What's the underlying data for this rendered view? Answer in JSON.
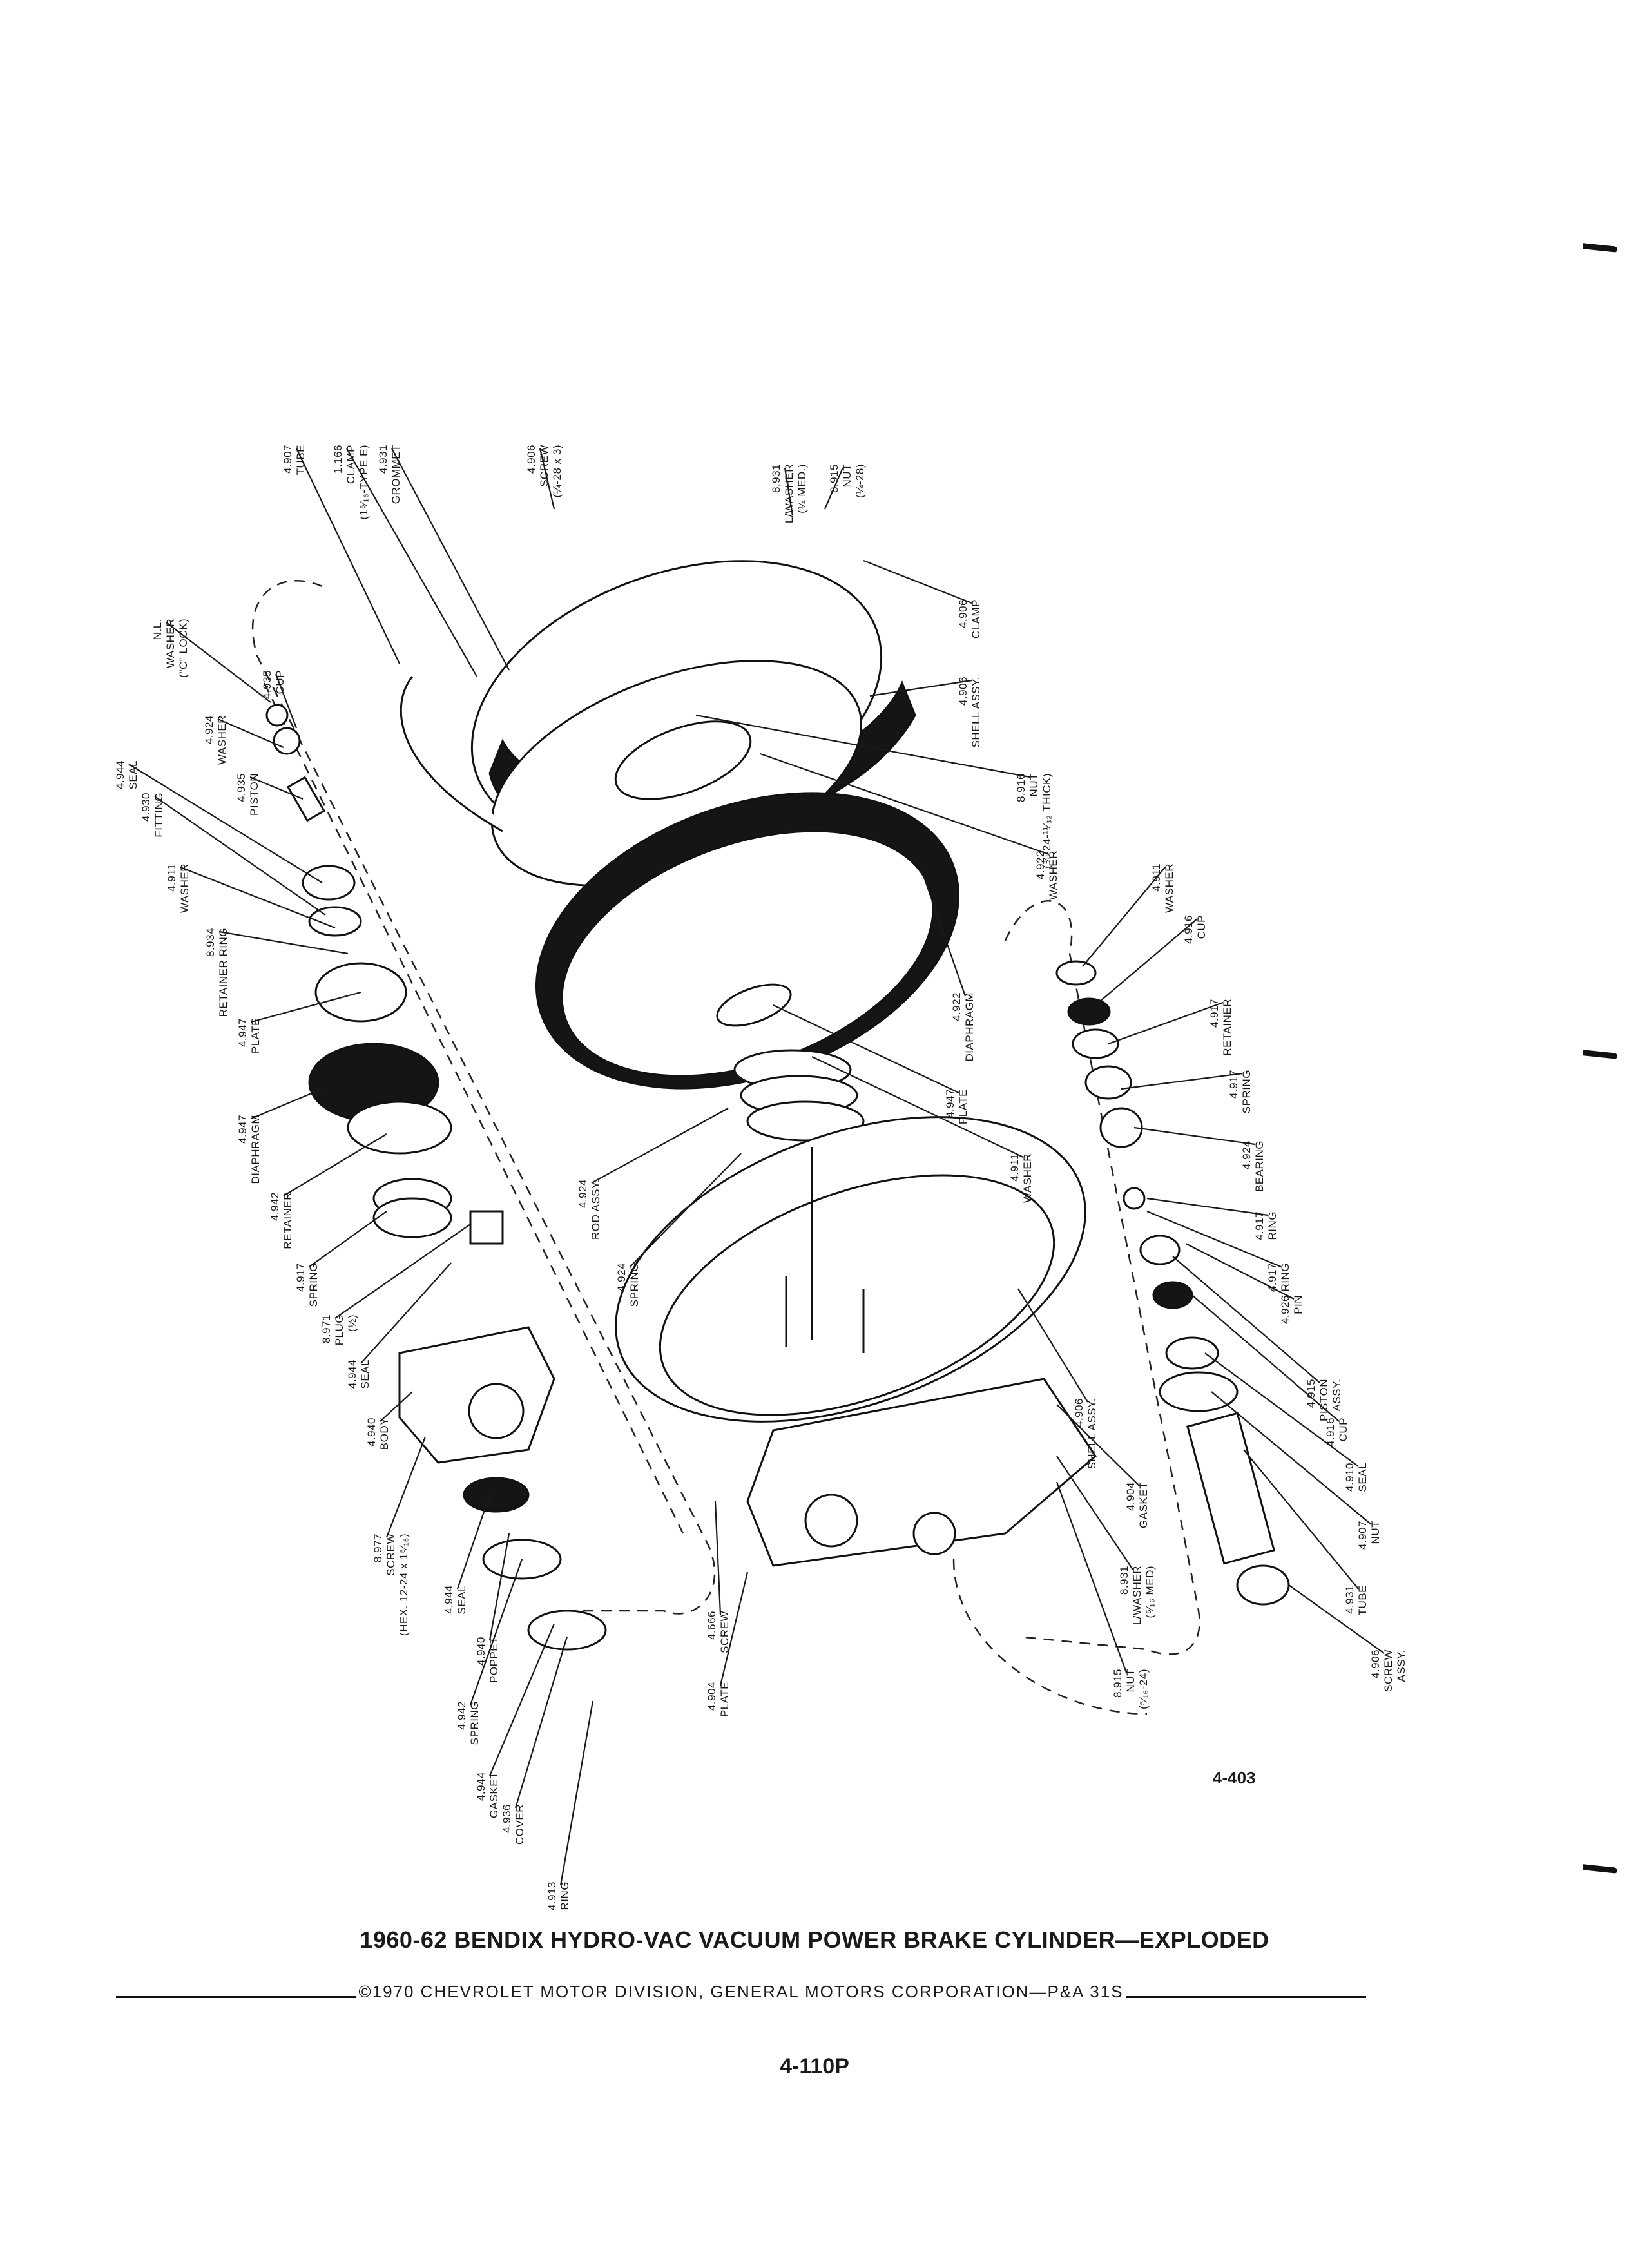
{
  "figure_number": "4-403",
  "title": "1960-62 BENDIX HYDRO-VAC VACUUM POWER BRAKE CYLINDER—EXPLODED",
  "copyright": "©1970 CHEVROLET MOTOR DIVISION, GENERAL MOTORS CORPORATION—P&A 31S",
  "page_number": "4-110P",
  "labels": [
    {
      "id": "tube-4907",
      "lines": [
        "4.907",
        "TUBE"
      ]
    },
    {
      "id": "clamp-1166",
      "lines": [
        "1.166",
        "CLAMP",
        "(1⁵⁄₁₆-TYPE E)"
      ]
    },
    {
      "id": "grommet-4931",
      "lines": [
        "4.931",
        "GROMMET"
      ]
    },
    {
      "id": "screw-4906-top",
      "lines": [
        "4.906",
        "SCREW",
        "(¼-28 x 3)"
      ]
    },
    {
      "id": "lwasher-8931-top",
      "lines": [
        "8.931",
        "L/WASHER",
        "(¼ MED.)"
      ]
    },
    {
      "id": "nut-8915-top",
      "lines": [
        "8.915",
        "NUT",
        "(¼-28)"
      ]
    },
    {
      "id": "clamp-4906",
      "lines": [
        "4.906",
        "CLAMP"
      ]
    },
    {
      "id": "shell-4906-top",
      "lines": [
        "4.906",
        "SHELL ASSY."
      ]
    },
    {
      "id": "nut-8916",
      "lines": [
        "8.916",
        "NUT",
        "(⅜-24-¹¹⁄₃₂ THICK)"
      ]
    },
    {
      "id": "washer-4922",
      "lines": [
        "4.922",
        "WASHER"
      ]
    },
    {
      "id": "nl-washer",
      "lines": [
        "N.L.",
        "WASHER",
        "(\"C\" LOCK)"
      ]
    },
    {
      "id": "cup-4935",
      "lines": [
        "4.935",
        "CUP"
      ]
    },
    {
      "id": "washer-4924",
      "lines": [
        "4.924",
        "WASHER"
      ]
    },
    {
      "id": "piston-4935",
      "lines": [
        "4.935",
        "PISTON"
      ]
    },
    {
      "id": "seal-4944-top",
      "lines": [
        "4.944",
        "SEAL"
      ]
    },
    {
      "id": "fitting-4930",
      "lines": [
        "4.930",
        "FITTING"
      ]
    },
    {
      "id": "washer-4911-left",
      "lines": [
        "4.911",
        "WASHER"
      ]
    },
    {
      "id": "retainer-ring-8934",
      "lines": [
        "8.934",
        "RETAINER RING"
      ]
    },
    {
      "id": "plate-4947-left",
      "lines": [
        "4.947",
        "PLATE"
      ]
    },
    {
      "id": "diaphragm-4947",
      "lines": [
        "4.947",
        "DIAPHRAGM"
      ]
    },
    {
      "id": "retainer-4942",
      "lines": [
        "4.942",
        "RETAINER"
      ]
    },
    {
      "id": "spring-4917-left",
      "lines": [
        "4.917",
        "SPRING"
      ]
    },
    {
      "id": "plug-8971",
      "lines": [
        "8.971",
        "PLUG",
        "(½)"
      ]
    },
    {
      "id": "seal-4944-mid",
      "lines": [
        "4.944",
        "SEAL"
      ]
    },
    {
      "id": "body-4940",
      "lines": [
        "4.940",
        "BODY"
      ]
    },
    {
      "id": "screw-8977",
      "lines": [
        "8.977",
        "SCREW",
        "(HEX. 12-24 x 1⁵⁄₁₆)"
      ]
    },
    {
      "id": "seal-4944-low",
      "lines": [
        "4.944",
        "SEAL"
      ]
    },
    {
      "id": "poppet-4940",
      "lines": [
        "4.940",
        "POPPET"
      ]
    },
    {
      "id": "spring-4942",
      "lines": [
        "4.942",
        "SPRING"
      ]
    },
    {
      "id": "gasket-4944",
      "lines": [
        "4.944",
        "GASKET"
      ]
    },
    {
      "id": "cover-4936",
      "lines": [
        "4.936",
        "COVER"
      ]
    },
    {
      "id": "ring-4913",
      "lines": [
        "4.913",
        "RING"
      ]
    },
    {
      "id": "diaphragm-4922",
      "lines": [
        "4.922",
        "DIAPHRAGM"
      ]
    },
    {
      "id": "plate-4947-mid",
      "lines": [
        "4.947",
        "PLATE"
      ]
    },
    {
      "id": "washer-4911-mid",
      "lines": [
        "4.911",
        "WASHER"
      ]
    },
    {
      "id": "rod-4924",
      "lines": [
        "4.924",
        "ROD ASSY."
      ]
    },
    {
      "id": "spring-4924",
      "lines": [
        "4.924",
        "SPRING"
      ]
    },
    {
      "id": "washer-4911-right",
      "lines": [
        "4.911",
        "WASHER"
      ]
    },
    {
      "id": "cup-4916-top",
      "lines": [
        "4.916",
        "CUP"
      ]
    },
    {
      "id": "retainer-4917",
      "lines": [
        "4.917",
        "RETAINER"
      ]
    },
    {
      "id": "spring-4917-right",
      "lines": [
        "4.917",
        "SPRING"
      ]
    },
    {
      "id": "bearing-4924",
      "lines": [
        "4.924",
        "BEARING"
      ]
    },
    {
      "id": "ring-4917-a",
      "lines": [
        "4.917",
        "RING"
      ]
    },
    {
      "id": "ring-4917-b",
      "lines": [
        "4.917",
        "RING"
      ]
    },
    {
      "id": "pin-4926",
      "lines": [
        "4.926",
        "PIN"
      ]
    },
    {
      "id": "piston-4915",
      "lines": [
        "4.915",
        "PISTON",
        "ASSY."
      ]
    },
    {
      "id": "cup-4916-low",
      "lines": [
        "4.916",
        "CUP"
      ]
    },
    {
      "id": "seal-4910",
      "lines": [
        "4.910",
        "SEAL"
      ]
    },
    {
      "id": "nut-4907",
      "lines": [
        "4.907",
        "NUT"
      ]
    },
    {
      "id": "tube-4931",
      "lines": [
        "4.931",
        "TUBE"
      ]
    },
    {
      "id": "screw-4906-right",
      "lines": [
        "4.906",
        "SCREW",
        "ASSY."
      ]
    },
    {
      "id": "shell-4906-low",
      "lines": [
        "4.906",
        "SHELL ASSY."
      ]
    },
    {
      "id": "gasket-4904",
      "lines": [
        "4.904",
        "GASKET"
      ]
    },
    {
      "id": "lwasher-8931-low",
      "lines": [
        "8.931",
        "L/WASHER",
        "(⁵⁄₁₆ MED)"
      ]
    },
    {
      "id": "nut-8915-low",
      "lines": [
        "8.915",
        "NUT",
        "(⁵⁄₁₆-24)"
      ]
    },
    {
      "id": "screw-4666",
      "lines": [
        "4.666",
        "SCREW"
      ]
    },
    {
      "id": "plate-4904",
      "lines": [
        "4.904",
        "PLATE"
      ]
    }
  ]
}
